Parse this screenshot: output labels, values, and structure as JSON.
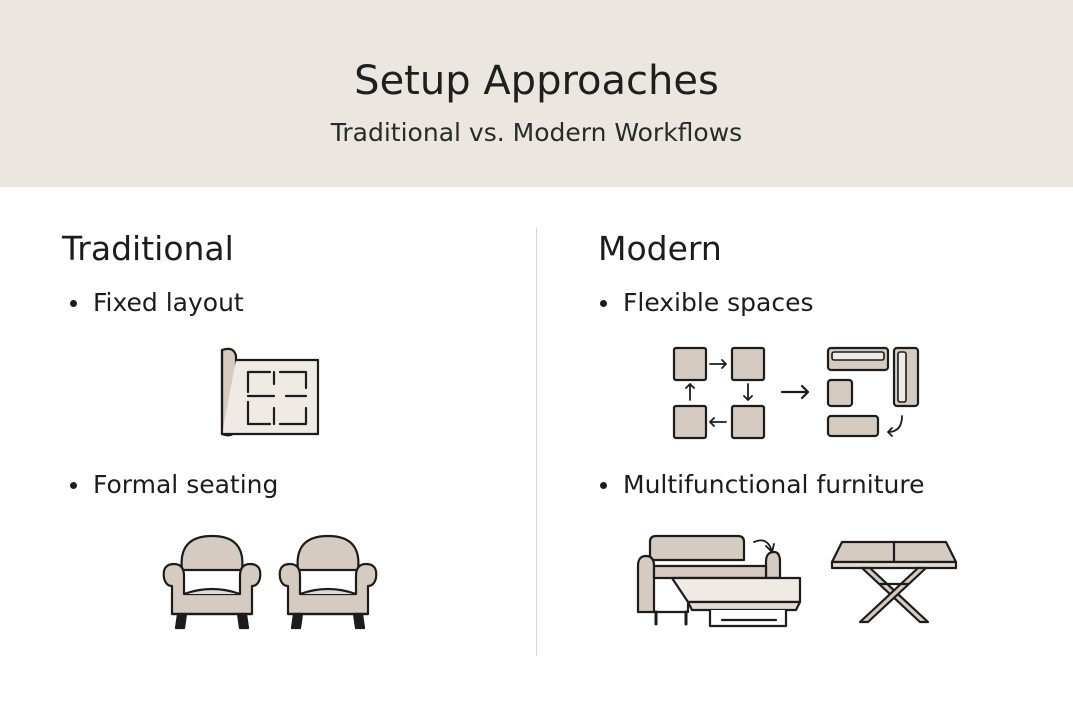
{
  "header": {
    "title": "Setup Approaches",
    "subtitle": "Traditional vs. Modern Workflows"
  },
  "traditional": {
    "heading": "Traditional",
    "items": [
      {
        "label": "Fixed layout",
        "icon": "floor-plan-icon"
      },
      {
        "label": "Formal seating",
        "icon": "armchairs-icon"
      }
    ]
  },
  "modern": {
    "heading": "Modern",
    "items": [
      {
        "label": "Flexible spaces",
        "icon": "rearrange-modules-icon"
      },
      {
        "label": "Multifunctional furniture",
        "icon": "sofa-bed-table-icon"
      }
    ]
  },
  "colors": {
    "header_bg": "#ebe6e0",
    "icon_fill": "#d6cbc0",
    "icon_light": "#efeae4",
    "stroke": "#1c1c1c"
  }
}
